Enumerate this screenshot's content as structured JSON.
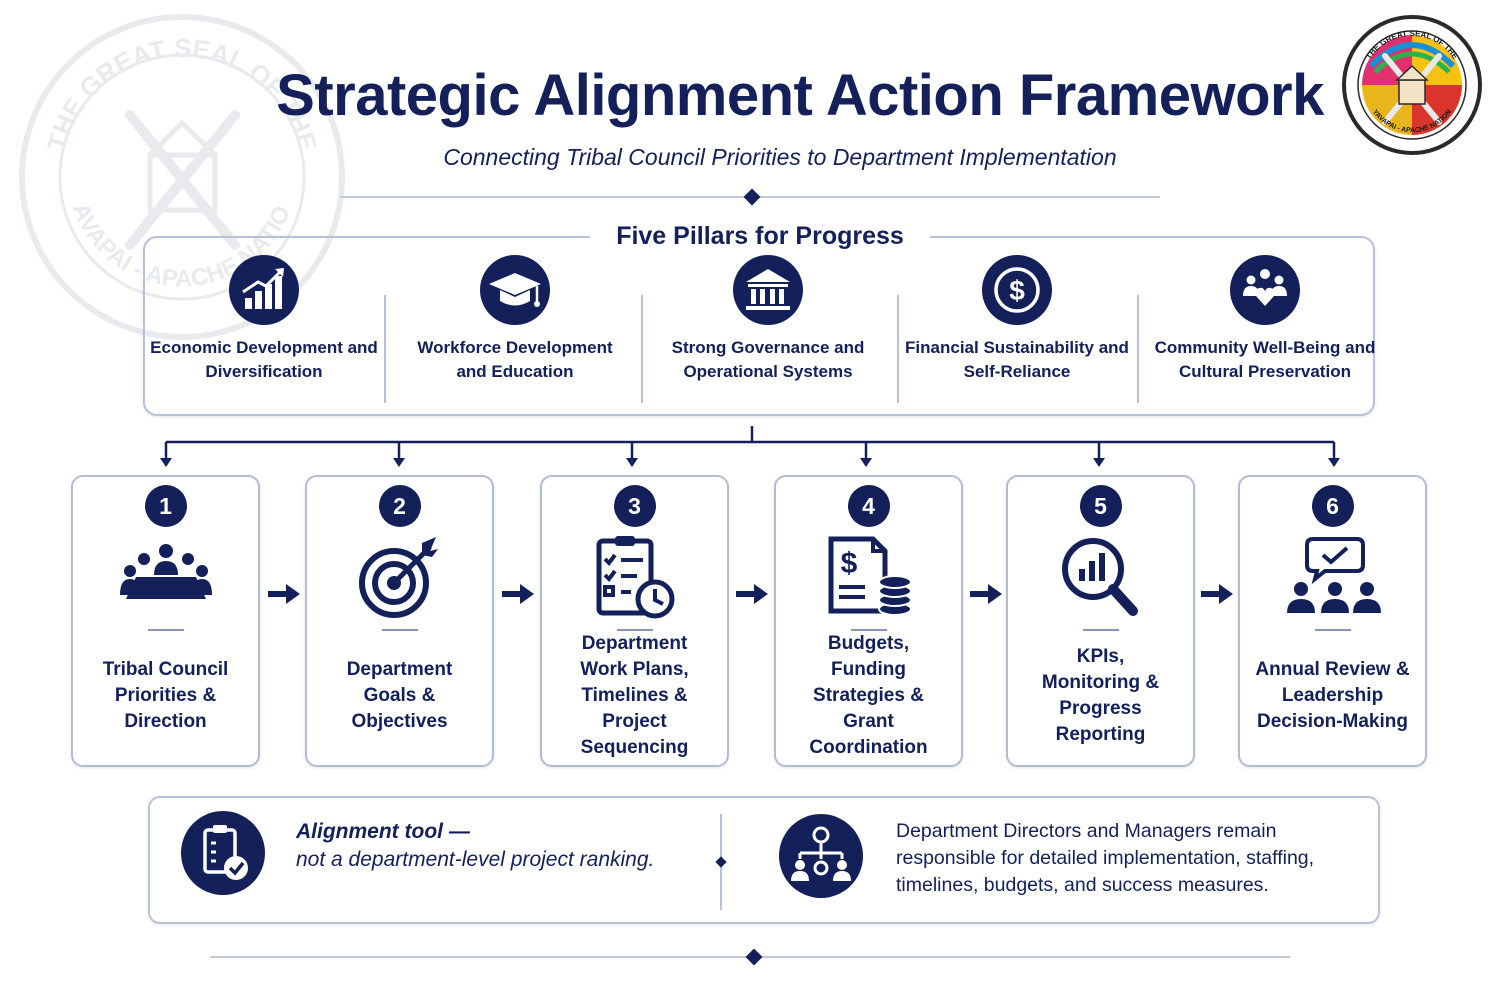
{
  "header": {
    "title": "Strategic Alignment Action Framework",
    "subtitle": "Connecting Tribal Council Priorities to Department Implementation"
  },
  "seal": {
    "ring_text_top": "THE GREAT SEAL OF THE",
    "ring_text_bottom": "YAVAPAI - APACHE NATION"
  },
  "pillars": {
    "heading": "Five Pillars for Progress",
    "items": [
      {
        "label": "Economic Development and Diversification",
        "icon": "bar-chart-growth-icon"
      },
      {
        "label": "Workforce Development and Education",
        "icon": "graduation-cap-icon"
      },
      {
        "label": "Strong Governance and Operational Systems",
        "icon": "government-building-icon"
      },
      {
        "label": "Financial Sustainability and Self-Reliance",
        "icon": "dollar-coin-icon"
      },
      {
        "label": "Community Well-Being and Cultural Preservation",
        "icon": "community-heart-icon"
      }
    ]
  },
  "steps": [
    {
      "number": "1",
      "label": "Tribal Council\nPriorities &\nDirection",
      "icon": "council-meeting-icon"
    },
    {
      "number": "2",
      "label": "Department\nGoals &\nObjectives",
      "icon": "target-arrow-icon"
    },
    {
      "number": "3",
      "label": "Department\nWork Plans,\nTimelines &\nProject\nSequencing",
      "icon": "checklist-clock-icon"
    },
    {
      "number": "4",
      "label": "Budgets,\nFunding\nStrategies &\nGrant\nCoordination",
      "icon": "budget-document-coins-icon"
    },
    {
      "number": "5",
      "label": "KPIs,\nMonitoring &\nProgress\nReporting",
      "icon": "magnifier-chart-icon"
    },
    {
      "number": "6",
      "label": "Annual Review &\nLeadership\nDecision-Making",
      "icon": "leadership-review-icon"
    }
  ],
  "notes": {
    "left_strong": "Alignment tool —",
    "left_text": "not a department-level project ranking.",
    "right_text": "Department Directors and Managers remain responsible for detailed implementation, staffing, timelines, budgets, and success measures."
  },
  "colors": {
    "navy": "#13205a",
    "border": "#b8c2d6",
    "background": "#ffffff"
  }
}
